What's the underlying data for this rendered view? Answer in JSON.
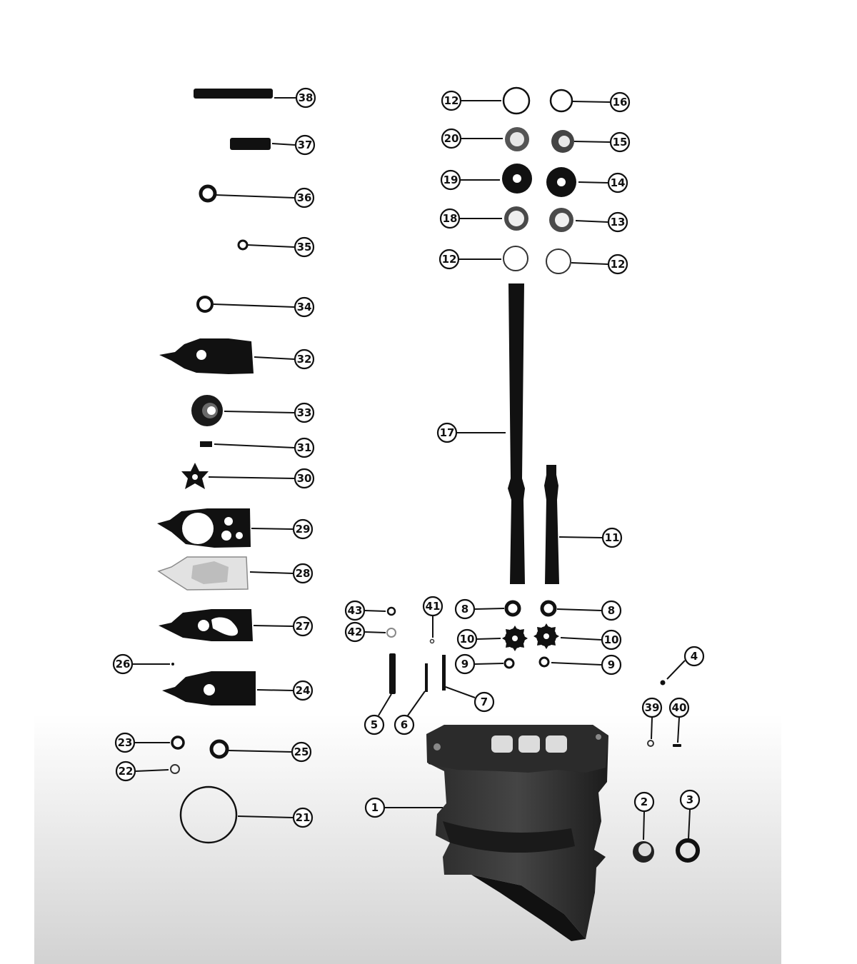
{
  "diagram": {
    "type": "exploded-parts-diagram",
    "callouts": [
      {
        "id": "c38",
        "label": "38"
      },
      {
        "id": "c37",
        "label": "37"
      },
      {
        "id": "c36",
        "label": "36"
      },
      {
        "id": "c35",
        "label": "35"
      },
      {
        "id": "c34",
        "label": "34"
      },
      {
        "id": "c32",
        "label": "32"
      },
      {
        "id": "c33",
        "label": "33"
      },
      {
        "id": "c31",
        "label": "31"
      },
      {
        "id": "c30",
        "label": "30"
      },
      {
        "id": "c29",
        "label": "29"
      },
      {
        "id": "c28",
        "label": "28"
      },
      {
        "id": "c27",
        "label": "27"
      },
      {
        "id": "c26",
        "label": "26"
      },
      {
        "id": "c24",
        "label": "24"
      },
      {
        "id": "c23",
        "label": "23"
      },
      {
        "id": "c25",
        "label": "25"
      },
      {
        "id": "c22",
        "label": "22"
      },
      {
        "id": "c21",
        "label": "21"
      },
      {
        "id": "c12a",
        "label": "12"
      },
      {
        "id": "c16",
        "label": "16"
      },
      {
        "id": "c20",
        "label": "20"
      },
      {
        "id": "c15",
        "label": "15"
      },
      {
        "id": "c19",
        "label": "19"
      },
      {
        "id": "c14",
        "label": "14"
      },
      {
        "id": "c18",
        "label": "18"
      },
      {
        "id": "c13",
        "label": "13"
      },
      {
        "id": "c12b",
        "label": "12"
      },
      {
        "id": "c12c",
        "label": "12"
      },
      {
        "id": "c17",
        "label": "17"
      },
      {
        "id": "c11",
        "label": "11"
      },
      {
        "id": "c43",
        "label": "43"
      },
      {
        "id": "c41",
        "label": "41"
      },
      {
        "id": "c42",
        "label": "42"
      },
      {
        "id": "c8a",
        "label": "8"
      },
      {
        "id": "c8b",
        "label": "8"
      },
      {
        "id": "c10a",
        "label": "10"
      },
      {
        "id": "c10b",
        "label": "10"
      },
      {
        "id": "c9a",
        "label": "9"
      },
      {
        "id": "c9b",
        "label": "9"
      },
      {
        "id": "c4",
        "label": "4"
      },
      {
        "id": "c7",
        "label": "7"
      },
      {
        "id": "c5",
        "label": "5"
      },
      {
        "id": "c6",
        "label": "6"
      },
      {
        "id": "c39",
        "label": "39"
      },
      {
        "id": "c40",
        "label": "40"
      },
      {
        "id": "c1",
        "label": "1"
      },
      {
        "id": "c2",
        "label": "2"
      },
      {
        "id": "c3",
        "label": "3"
      }
    ]
  }
}
